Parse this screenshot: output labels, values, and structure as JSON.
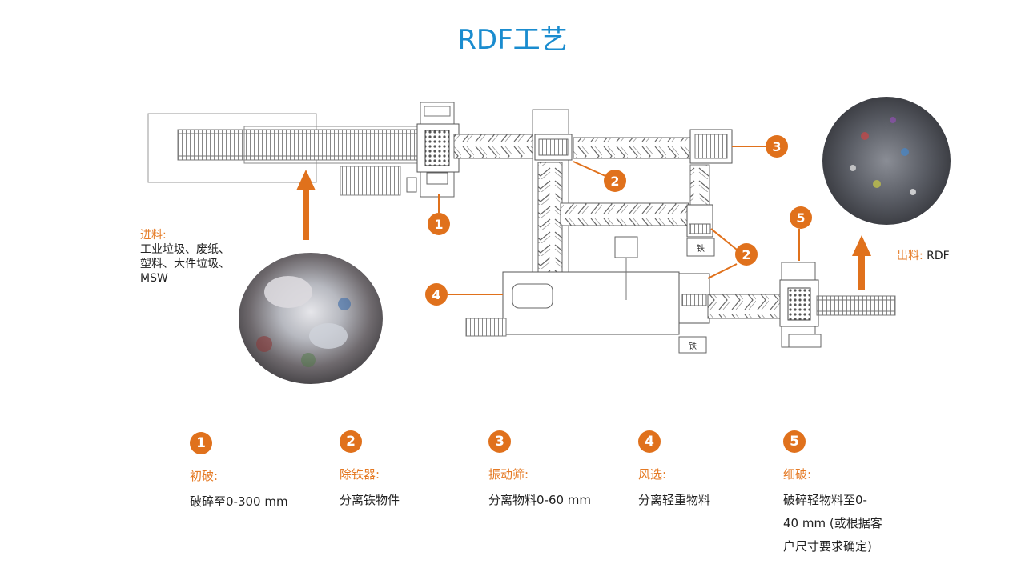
{
  "title": "RDF工艺",
  "input": {
    "label": "进料:",
    "desc": "工业垃圾、废纸、\n塑料、大件垃圾、\nMSW"
  },
  "output": {
    "label": "出料:",
    "value": "RDF"
  },
  "iron_tag": "铁",
  "callouts": [
    "1",
    "2",
    "3",
    "2",
    "4",
    "5"
  ],
  "steps": [
    {
      "num": "1",
      "name": "初破:",
      "desc": "破碎至0-300 mm"
    },
    {
      "num": "2",
      "name": "除铁器:",
      "desc": "分离铁物件"
    },
    {
      "num": "3",
      "name": "振动筛:",
      "desc": "分离物料0-60 mm"
    },
    {
      "num": "4",
      "name": "风选:",
      "desc": "分离轻重物料"
    },
    {
      "num": "5",
      "name": "细破:",
      "desc": "破碎轻物料至0-\n40 mm (或根据客\n户尺寸要求确定)"
    }
  ],
  "colors": {
    "title": "#1a8ccf",
    "accent": "#e0711c",
    "line": "#777777"
  }
}
